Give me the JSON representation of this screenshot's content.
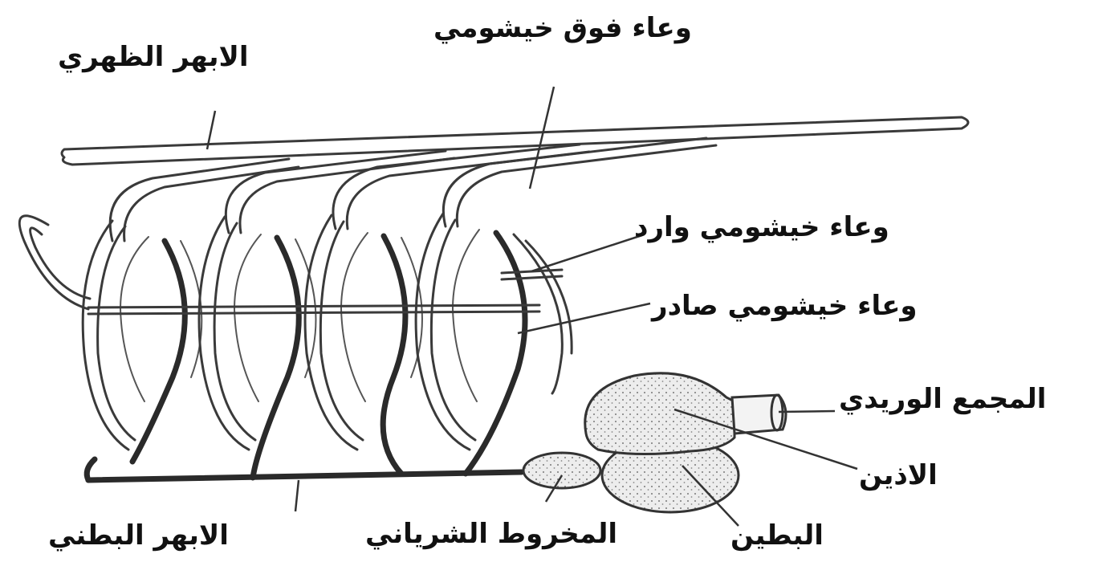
{
  "labels": {
    "dorsal_aorta": "الابهر الظهري",
    "epibranchial_vessel": "وعاء فوق خيشومي",
    "afferent_branchial": "وعاء خيشومي وارد",
    "efferent_branchial": "وعاء خيشومي صادر",
    "sinus_venosus": "المجمع الوريدي",
    "atrium": "الاذين",
    "ventricle": "البطين",
    "conus_arteriosus": "المخروط الشرياني",
    "ventral_aorta": "الابهر البطني"
  }
}
